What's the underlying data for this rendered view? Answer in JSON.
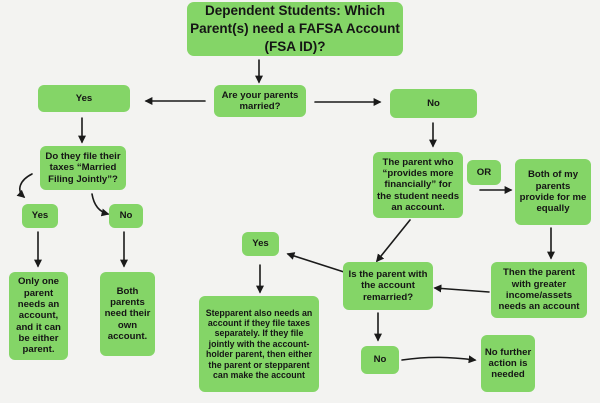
{
  "nodes": {
    "title": "Dependent Students: Which Parent(s) need a FAFSA Account (FSA ID)?",
    "married_question": "Are your parents married?",
    "yes_married": "Yes",
    "no_married": "No",
    "file_jointly_question": "Do they file their taxes “Married Filing Jointly”?",
    "yes_jointly": "Yes",
    "no_jointly": "No",
    "one_parent_account": "Only one parent needs an account, and it can be either parent.",
    "both_parents_account": "Both parents need their own account.",
    "provides_more": "The parent who “provides more financially” for the student needs an account.",
    "or_label": "OR",
    "both_provide_equally": "Both of my parents provide for me equally",
    "greater_income": "Then the parent with greater income/assets needs an account",
    "remarried_question": "Is the parent with the account remarried?",
    "yes_remarried": "Yes",
    "no_remarried": "No",
    "stepparent_account": "Stepparent also needs an account if they file taxes separately. If they file jointly with the account-holder parent, then either the parent or stepparent can make the account",
    "no_further_action": "No further action is needed"
  },
  "colors": {
    "box_fill": "#84d567",
    "background": "#f3f3f1",
    "arrow": "#1a1a1a"
  }
}
